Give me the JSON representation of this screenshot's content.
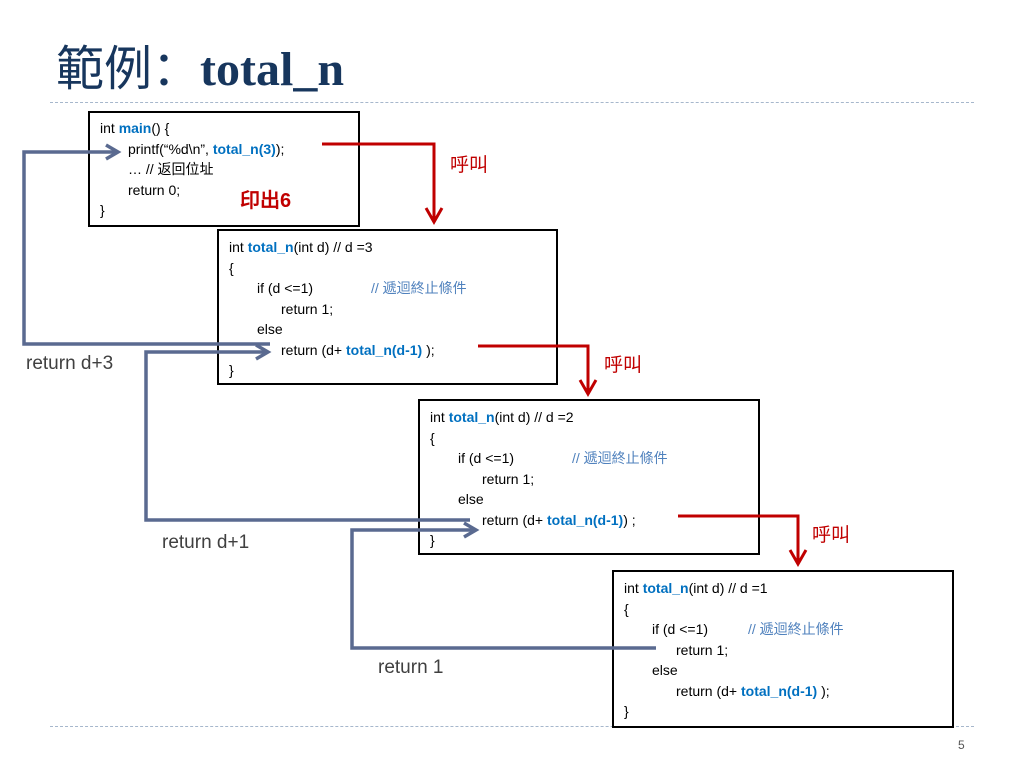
{
  "slide": {
    "title_prefix": "範例：",
    "title_code": "total_n",
    "page_number": "5"
  },
  "main_box": {
    "line1_a": "int ",
    "line1_fn": "main",
    "line1_b": "() {",
    "line2_a": "printf(“%d\\n”, ",
    "line2_fn": "total_n(3)",
    "line2_b": ");",
    "line3": "… // 返回位址",
    "line4": "return 0;",
    "line5": "}"
  },
  "printed": {
    "label": "印出",
    "value": "6"
  },
  "call_frames": [
    {
      "sig_a": "int ",
      "sig_fn": "total_n",
      "sig_b": "(int d)  // d =3",
      "open": "{",
      "if_text": "if (d <=1)",
      "comment": "// 遞迴終止條件",
      "ret1": "return 1;",
      "else": "else",
      "ret_a": "return (d+ ",
      "ret_fn": "total_n(d-1)",
      "ret_b": " );",
      "close": "}"
    },
    {
      "sig_a": "int ",
      "sig_fn": "total_n",
      "sig_b": "(int d)  // d =2",
      "open": "{",
      "if_text": "if (d <=1)",
      "comment": "// 遞迴終止條件",
      "ret1": "return 1;",
      "else": "else",
      "ret_a": "return (d+ ",
      "ret_fn": "total_n(d-1)",
      "ret_b": ") ;",
      "close": "}"
    },
    {
      "sig_a": "int ",
      "sig_fn": "total_n",
      "sig_b": "(int d)  // d =1",
      "open": "{",
      "if_text": "if (d <=1)",
      "comment": "// 遞迴終止條件",
      "ret1": "return 1;",
      "else": "else",
      "ret_a": "return (d+ ",
      "ret_fn": "total_n(d-1)",
      "ret_b": " );",
      "close": "}"
    }
  ],
  "call_labels": [
    "呼叫",
    "呼叫",
    "呼叫"
  ],
  "return_labels": [
    "return d+3",
    "return d+1",
    "return 1"
  ],
  "colors": {
    "title": "#17365d",
    "function_name": "#0070c0",
    "comment": "#4f81bd",
    "call_arrow": "#c00000",
    "return_arrow": "#5a6a90"
  }
}
